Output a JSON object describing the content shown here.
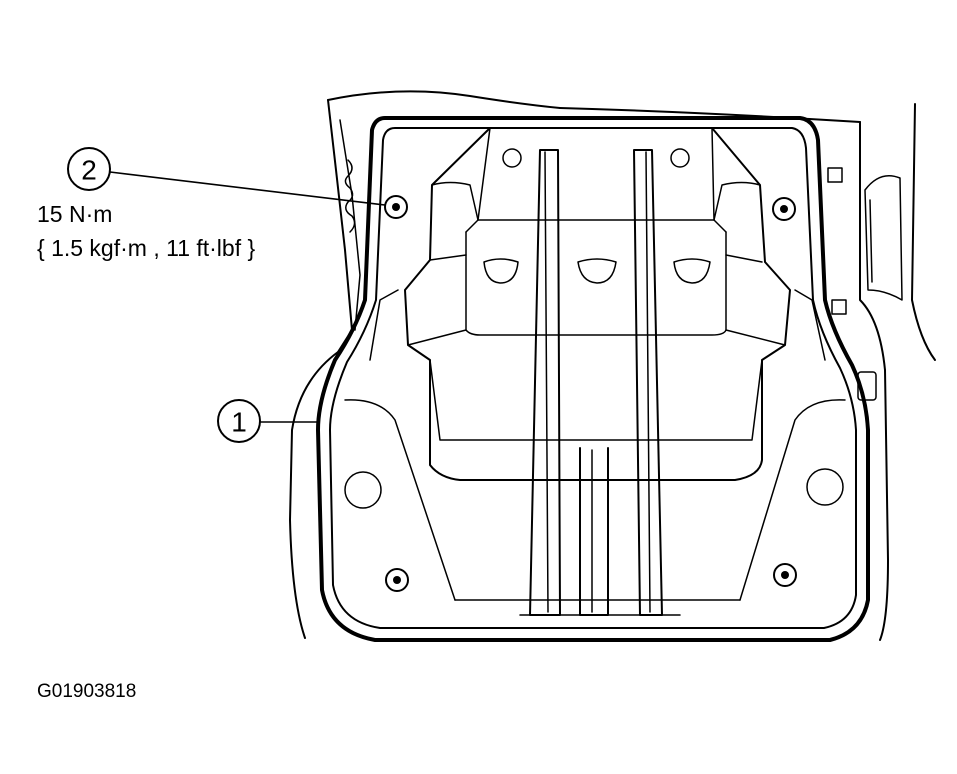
{
  "callouts": [
    {
      "number": "1"
    },
    {
      "number": "2"
    }
  ],
  "torque": {
    "line1": "15 N·m",
    "line2": "{ 1.5 kgf·m , 11 ft·lbf }"
  },
  "figure_id": "G01903818"
}
